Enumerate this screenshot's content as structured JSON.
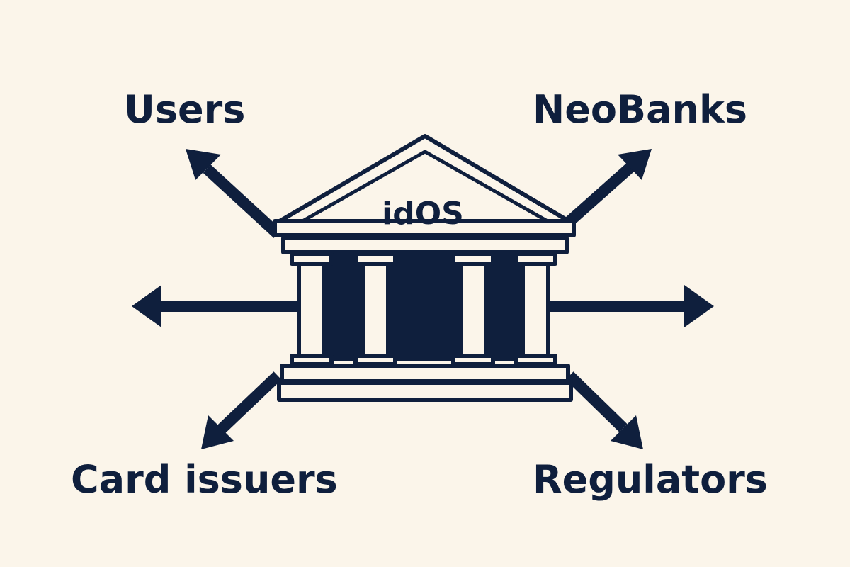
{
  "center": {
    "title": "idOS"
  },
  "nodes": {
    "top_left": "Users",
    "top_right": "NeoBanks",
    "bottom_left": "Card issuers",
    "bottom_right": "Regulators"
  },
  "colors": {
    "ink": "#0f1f3d",
    "background": "#fbf5ea"
  }
}
